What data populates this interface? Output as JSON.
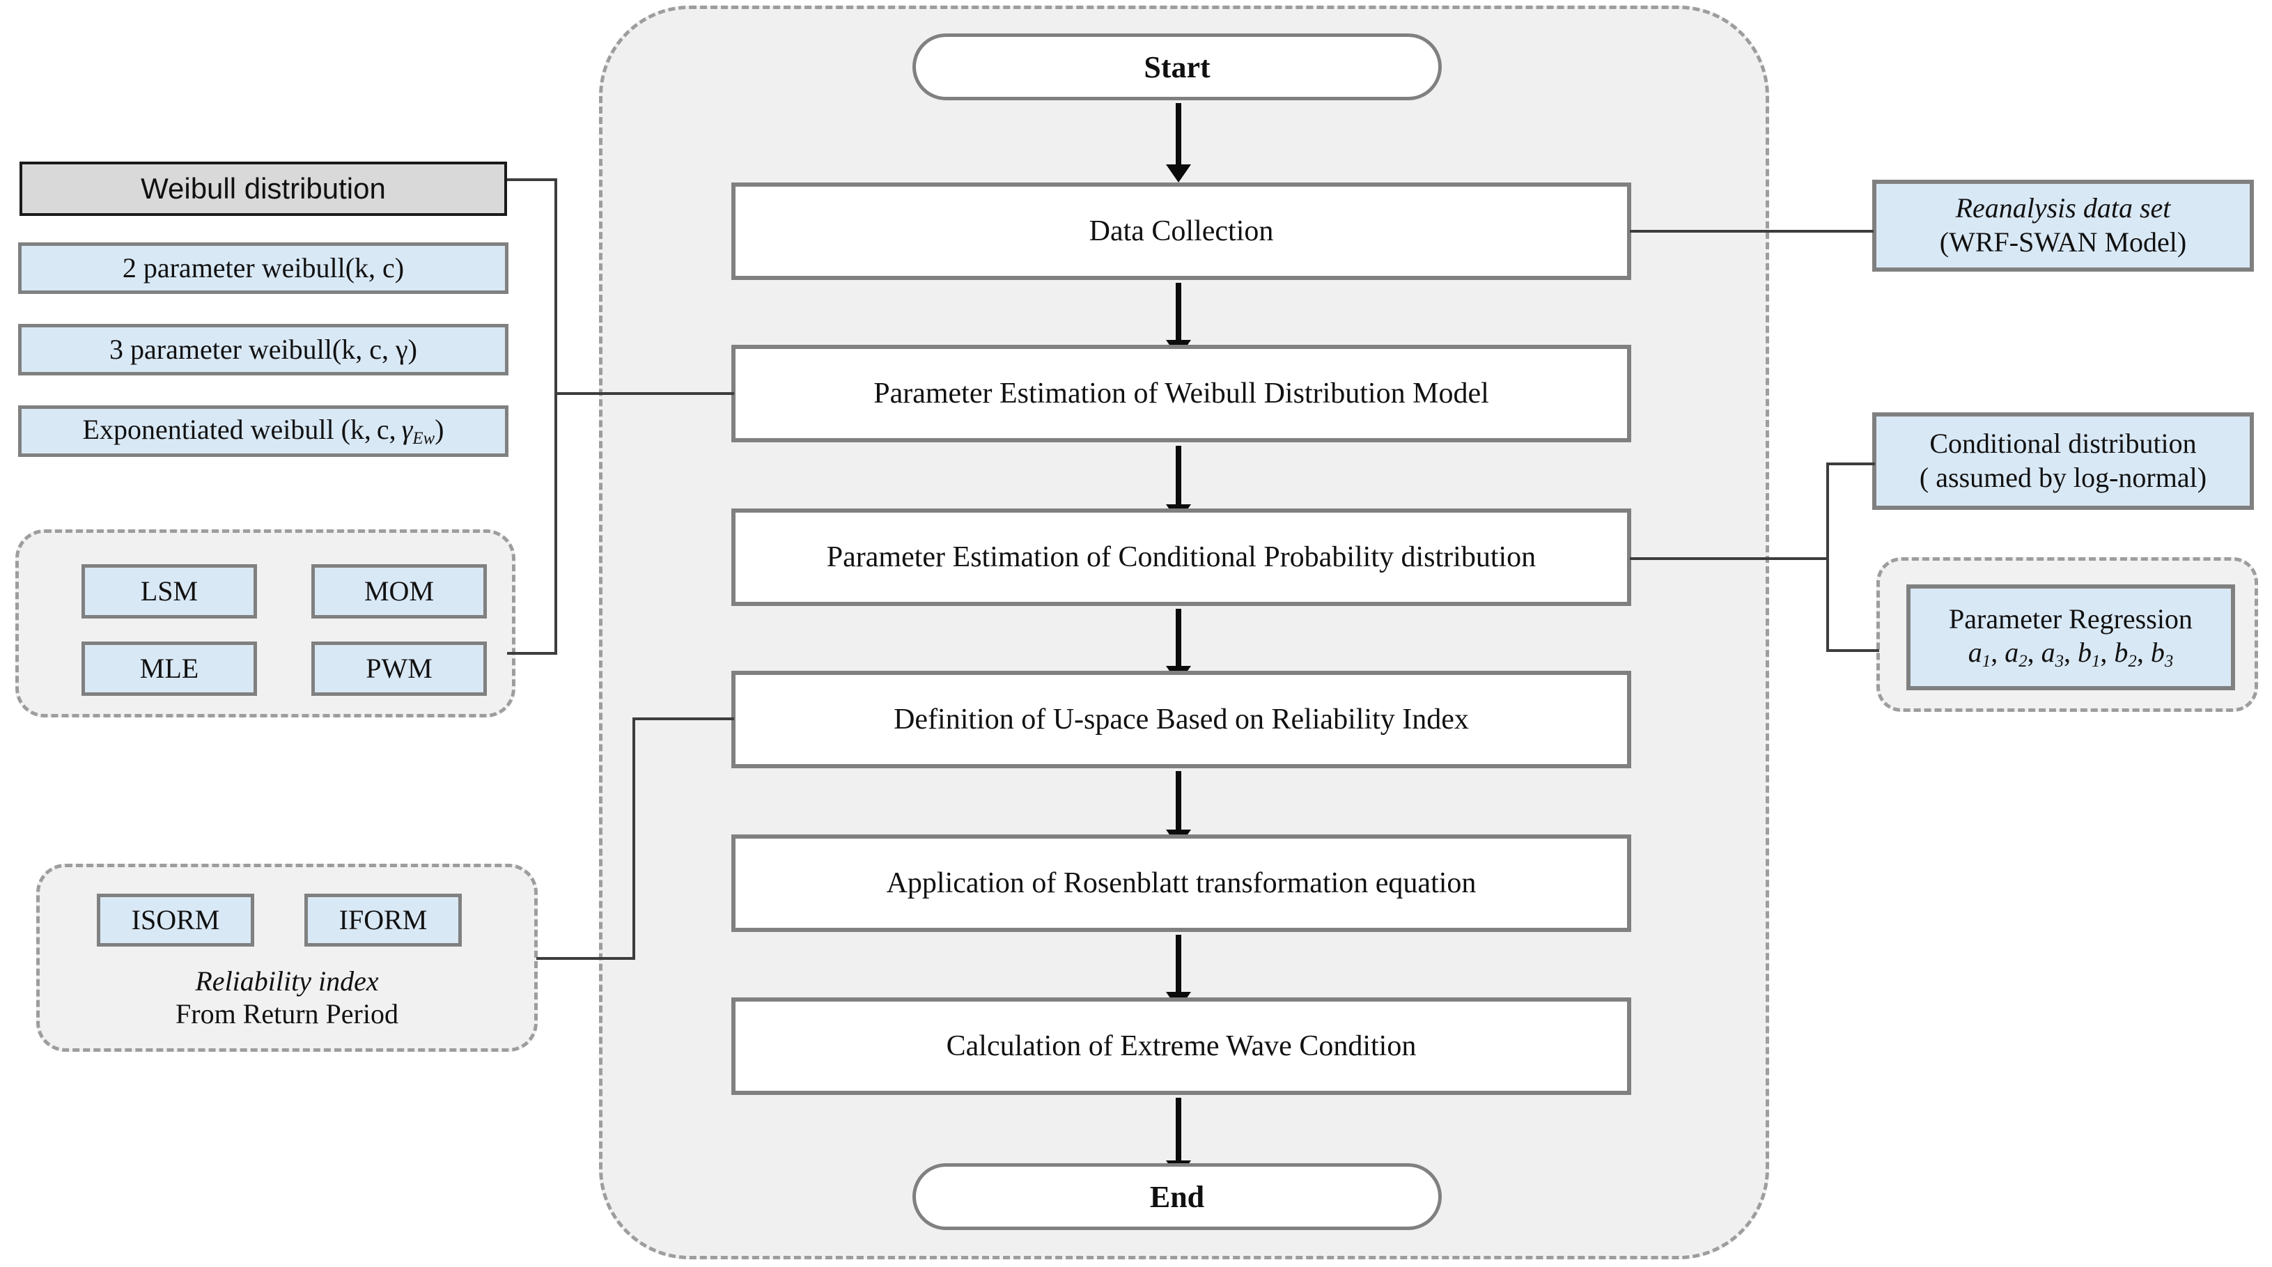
{
  "flow": {
    "start_label": "Start",
    "end_label": "End",
    "steps": [
      "Data Collection",
      "Parameter Estimation of Weibull Distribution Model",
      "Parameter Estimation of Conditional Probability distribution",
      "Definition of U-space Based on Reliability Index",
      "Application of Rosenblatt transformation equation",
      "Calculation of Extreme Wave Condition"
    ]
  },
  "left_panel": {
    "weibull_group": {
      "header": "Weibull distribution",
      "items": [
        "2 parameter weibull(k, c)",
        "3 parameter weibull(k, c, γ)",
        "Exponentiated weibull (k, c, γ_Ew)"
      ]
    },
    "estimation_methods": {
      "cells": [
        "LSM",
        "MOM",
        "MLE",
        "PWM"
      ]
    },
    "reliability_group": {
      "cells": [
        "ISORM",
        "IFORM"
      ],
      "caption_italic": "Reliability index",
      "caption_plain": "From Return Period"
    }
  },
  "right_panel": {
    "reanalysis": {
      "line1_italic": "Reanalysis data set",
      "line2": "(WRF-SWAN Model)"
    },
    "conditional": {
      "line1": "Conditional distribution",
      "line2": "( assumed by log-normal)"
    },
    "regression": {
      "line1": "Parameter Regression",
      "line2": "a1, a2, a3, b1, b2, b3"
    }
  },
  "colors": {
    "panel_blue": "#d9e8f5",
    "header_gray": "#d9d9d9",
    "container_bg": "#f0f0f0",
    "border_gray": "#808080",
    "dash_gray": "#9d9d9d",
    "arrow_black": "#0b0b0b"
  }
}
